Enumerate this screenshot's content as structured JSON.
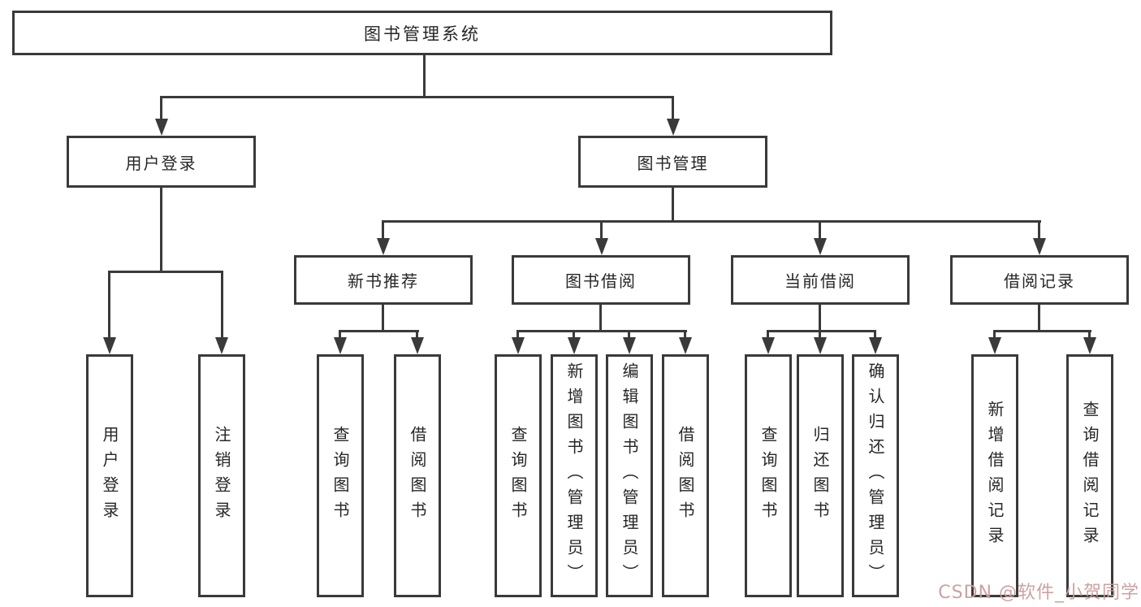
{
  "title": "图书管理系统",
  "branches": {
    "user": {
      "label": "用户登录",
      "children": [
        {
          "label": "用户登录"
        },
        {
          "label": "注销登录"
        }
      ]
    },
    "book": {
      "label": "图书管理",
      "groups": [
        {
          "label": "新书推荐",
          "children": [
            {
              "label": "查询图书"
            },
            {
              "label": "借阅图书"
            }
          ]
        },
        {
          "label": "图书借阅",
          "children": [
            {
              "label": "查询图书"
            },
            {
              "label": "新增图书（管理员）"
            },
            {
              "label": "编辑图书（管理员）"
            },
            {
              "label": "借阅图书"
            }
          ]
        },
        {
          "label": "当前借阅",
          "children": [
            {
              "label": "查询图书"
            },
            {
              "label": "归还图书"
            },
            {
              "label": "确认归还（管理员）"
            }
          ]
        },
        {
          "label": "借阅记录",
          "children": [
            {
              "label": "新增借阅记录"
            },
            {
              "label": "查询借阅记录"
            }
          ]
        }
      ]
    }
  },
  "watermark": {
    "text": "CSDN @软件_小贺同学"
  },
  "colors": {
    "line": "#3a3a3a",
    "text": "#262626",
    "watermark_pink": "#cc9c9c",
    "background": "#ffffff"
  }
}
